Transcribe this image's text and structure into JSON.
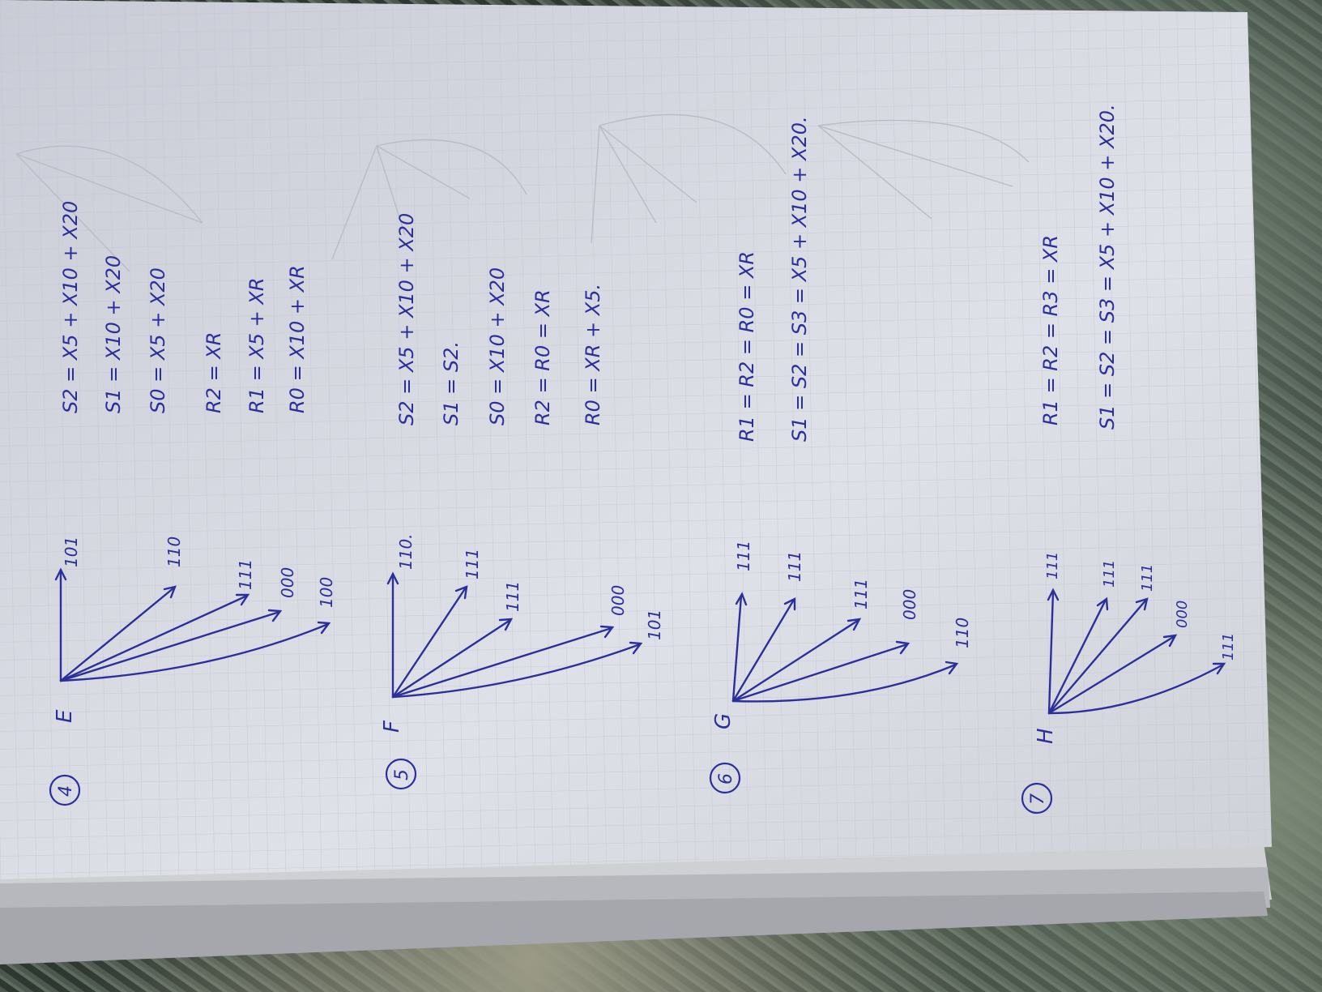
{
  "sections": [
    {
      "id": "4",
      "label": "E",
      "vectors": [
        "101",
        "110",
        "111",
        "000",
        "100"
      ],
      "equations_s": [
        "S2 = X5 + X10 + X20",
        "S1 = X10 + X20",
        "S0 = X5 + X20"
      ],
      "equations_r": [
        "R2 = XR",
        "R1 = X5 + XR",
        "R0 = X10 + XR"
      ]
    },
    {
      "id": "5",
      "label": "F",
      "vectors": [
        "110.",
        "111",
        "111",
        "000",
        "101"
      ],
      "equations_s": [
        "S2 = X5 + X10 + X20",
        "S1 = S2.",
        "S0 = X10 + X20"
      ],
      "equations_r": [
        "R2 = R0 = XR",
        "R0 = XR + X5."
      ]
    },
    {
      "id": "6",
      "label": "G",
      "vectors": [
        "111",
        "111",
        "111",
        "000",
        "110"
      ],
      "equations_s": [
        "R1 = R2 = R0 = XR",
        "S1 = S2 = S3 = X5 + X10 + X20."
      ],
      "equations_r": []
    },
    {
      "id": "7",
      "label": "H",
      "vectors": [
        "111",
        "111",
        "111",
        "000",
        "111"
      ],
      "equations_s": [
        "R1 = R2 = R3 = XR",
        "S1 = S2 = S3 = X5 + X10 + X20."
      ],
      "equations_r": []
    }
  ]
}
